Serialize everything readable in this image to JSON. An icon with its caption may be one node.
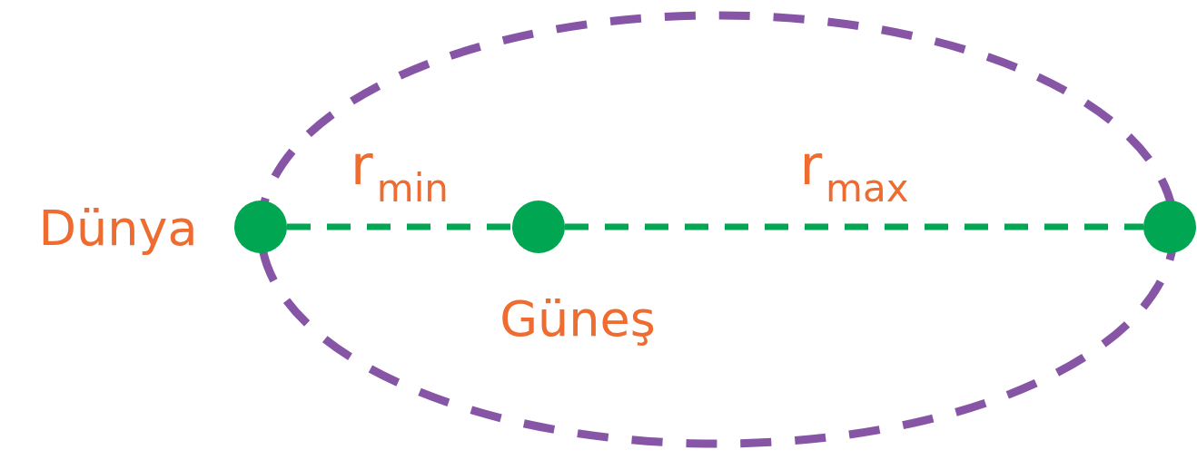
{
  "diagram": {
    "nodes": [
      {
        "text": [],
        "shape": "circle",
        "beside": [
          "Dünya"
        ]
      },
      {
        "text": [],
        "shape": "circle",
        "beside": [
          "Güneş"
        ]
      },
      {
        "text": [],
        "shape": "circle"
      }
    ],
    "edges": [
      {
        "from": 0,
        "to": 1,
        "arrow": "none",
        "style": "dashed",
        "label": "r$_{min}$"
      },
      {
        "from": 1,
        "to": 2,
        "arrow": "none",
        "style": "dashed",
        "label": "r$_{max}$"
      }
    ]
  }
}
